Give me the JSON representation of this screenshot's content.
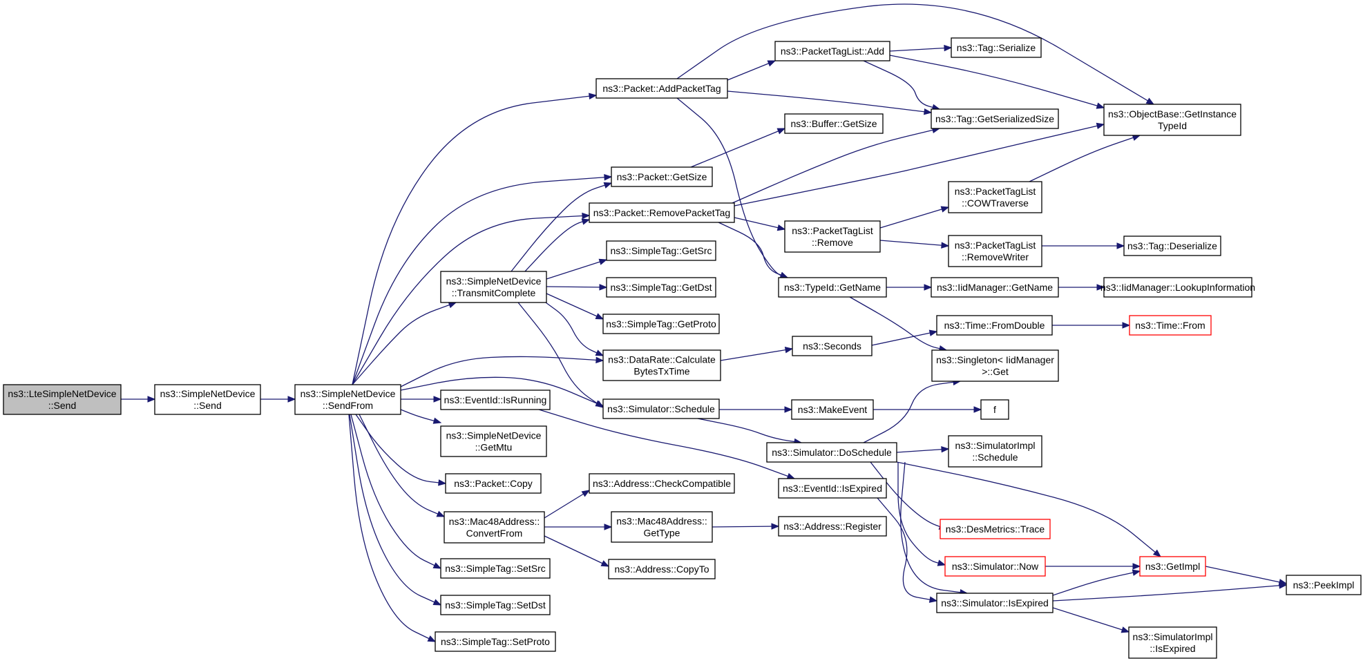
{
  "diagram": {
    "colors": {
      "edge": "#191970",
      "node_border": "#000000",
      "node_border_external": "#ff0000",
      "node_fill": "#ffffff",
      "node_fill_root": "#bfbfbf"
    },
    "nodes": [
      {
        "id": "lte_send",
        "lines": [
          "ns3::LteSimpleNetDevice",
          "::Send"
        ],
        "style": "root"
      },
      {
        "id": "snd_send",
        "lines": [
          "ns3::SimpleNetDevice",
          "::Send"
        ]
      },
      {
        "id": "snd_sendfrom",
        "lines": [
          "ns3::SimpleNetDevice",
          "::SendFrom"
        ]
      },
      {
        "id": "packet_addpackettag",
        "lines": [
          "ns3::Packet::AddPacketTag"
        ]
      },
      {
        "id": "packet_getsize",
        "lines": [
          "ns3::Packet::GetSize"
        ]
      },
      {
        "id": "packet_removepackettag",
        "lines": [
          "ns3::Packet::RemovePacketTag"
        ]
      },
      {
        "id": "snd_transmitcomplete",
        "lines": [
          "ns3::SimpleNetDevice",
          "::TransmitComplete"
        ]
      },
      {
        "id": "simpletag_getsrc",
        "lines": [
          "ns3::SimpleTag::GetSrc"
        ]
      },
      {
        "id": "simpletag_getdst",
        "lines": [
          "ns3::SimpleTag::GetDst"
        ]
      },
      {
        "id": "simpletag_getproto",
        "lines": [
          "ns3::SimpleTag::GetProto"
        ]
      },
      {
        "id": "datarate_calc",
        "lines": [
          "ns3::DataRate::Calculate",
          "BytesTxTime"
        ]
      },
      {
        "id": "eventid_isrunning",
        "lines": [
          "ns3::EventId::IsRunning"
        ]
      },
      {
        "id": "simulator_schedule",
        "lines": [
          "ns3::Simulator::Schedule"
        ]
      },
      {
        "id": "snd_getmtu",
        "lines": [
          "ns3::SimpleNetDevice",
          "::GetMtu"
        ]
      },
      {
        "id": "packet_copy",
        "lines": [
          "ns3::Packet::Copy"
        ]
      },
      {
        "id": "mac48_convertfrom",
        "lines": [
          "ns3::Mac48Address::",
          "ConvertFrom"
        ]
      },
      {
        "id": "address_checkcompatible",
        "lines": [
          "ns3::Address::CheckCompatible"
        ]
      },
      {
        "id": "mac48_gettype",
        "lines": [
          "ns3::Mac48Address::",
          "GetType"
        ]
      },
      {
        "id": "address_copyto",
        "lines": [
          "ns3::Address::CopyTo"
        ]
      },
      {
        "id": "simpletag_setsrc",
        "lines": [
          "ns3::SimpleTag::SetSrc"
        ]
      },
      {
        "id": "simpletag_setdst",
        "lines": [
          "ns3::SimpleTag::SetDst"
        ]
      },
      {
        "id": "simpletag_setproto",
        "lines": [
          "ns3::SimpleTag::SetProto"
        ]
      },
      {
        "id": "packettaglist_add",
        "lines": [
          "ns3::PacketTagList::Add"
        ]
      },
      {
        "id": "tag_serialize",
        "lines": [
          "ns3::Tag::Serialize"
        ]
      },
      {
        "id": "tag_getserializedsize",
        "lines": [
          "ns3::Tag::GetSerializedSize"
        ]
      },
      {
        "id": "objectbase_getinstancetypeid",
        "lines": [
          "ns3::ObjectBase::GetInstance",
          "TypeId"
        ]
      },
      {
        "id": "buffer_getsize",
        "lines": [
          "ns3::Buffer::GetSize"
        ]
      },
      {
        "id": "packettaglist_remove",
        "lines": [
          "ns3::PacketTagList",
          "::Remove"
        ]
      },
      {
        "id": "packettaglist_cowtraverse",
        "lines": [
          "ns3::PacketTagList",
          "::COWTraverse"
        ]
      },
      {
        "id": "packettaglist_removewriter",
        "lines": [
          "ns3::PacketTagList",
          "::RemoveWriter"
        ]
      },
      {
        "id": "tag_deserialize",
        "lines": [
          "ns3::Tag::Deserialize"
        ]
      },
      {
        "id": "typeid_getname",
        "lines": [
          "ns3::TypeId::GetName"
        ]
      },
      {
        "id": "iidmanager_getname",
        "lines": [
          "ns3::IidManager::GetName"
        ]
      },
      {
        "id": "iidmanager_lookupinformation",
        "lines": [
          "ns3::IidManager::LookupInformation"
        ]
      },
      {
        "id": "seconds",
        "lines": [
          "ns3::Seconds"
        ]
      },
      {
        "id": "time_fromdouble",
        "lines": [
          "ns3::Time::FromDouble"
        ]
      },
      {
        "id": "time_from",
        "lines": [
          "ns3::Time::From"
        ],
        "style": "external"
      },
      {
        "id": "singleton_get",
        "lines": [
          "ns3::Singleton< IidManager",
          " >::Get"
        ]
      },
      {
        "id": "makeevent",
        "lines": [
          "ns3::MakeEvent"
        ]
      },
      {
        "id": "f",
        "lines": [
          "f"
        ]
      },
      {
        "id": "simulator_doschedule",
        "lines": [
          "ns3::Simulator::DoSchedule"
        ]
      },
      {
        "id": "simulatorimpl_schedule",
        "lines": [
          "ns3::SimulatorImpl",
          "::Schedule"
        ]
      },
      {
        "id": "eventid_isexpired",
        "lines": [
          "ns3::EventId::IsExpired"
        ]
      },
      {
        "id": "address_register",
        "lines": [
          "ns3::Address::Register"
        ]
      },
      {
        "id": "desmetrics_trace",
        "lines": [
          "ns3::DesMetrics::Trace"
        ],
        "style": "external"
      },
      {
        "id": "simulator_now",
        "lines": [
          "ns3::Simulator::Now"
        ],
        "style": "external"
      },
      {
        "id": "getimpl",
        "lines": [
          "ns3::GetImpl"
        ],
        "style": "external"
      },
      {
        "id": "peekimpl",
        "lines": [
          "ns3::PeekImpl"
        ]
      },
      {
        "id": "simulator_isexpired",
        "lines": [
          "ns3::Simulator::IsExpired"
        ]
      },
      {
        "id": "simulatorimpl_isexpired",
        "lines": [
          "ns3::SimulatorImpl",
          "::IsExpired"
        ]
      }
    ]
  }
}
